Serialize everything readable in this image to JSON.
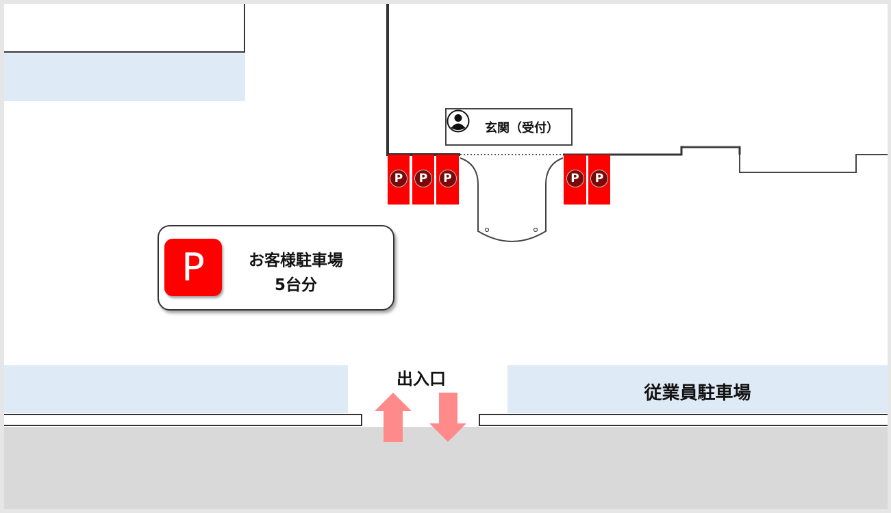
{
  "entrance": {
    "label": "玄関（受付）",
    "icon": "person-icon"
  },
  "guest_parking": {
    "sign": "P",
    "title": "お客様駐車場",
    "capacity": "5台分"
  },
  "parking_space_label": "P",
  "gate": {
    "label": "出入口"
  },
  "staff_parking": {
    "label": "従業員駐車場"
  },
  "colors": {
    "parking_red": "#ff0000",
    "marker_dark": "#7a0a0a",
    "lot_blue": "#deeaf6",
    "road_gray": "#d9d9d9",
    "arrow_pink": "#ff8a8a"
  }
}
